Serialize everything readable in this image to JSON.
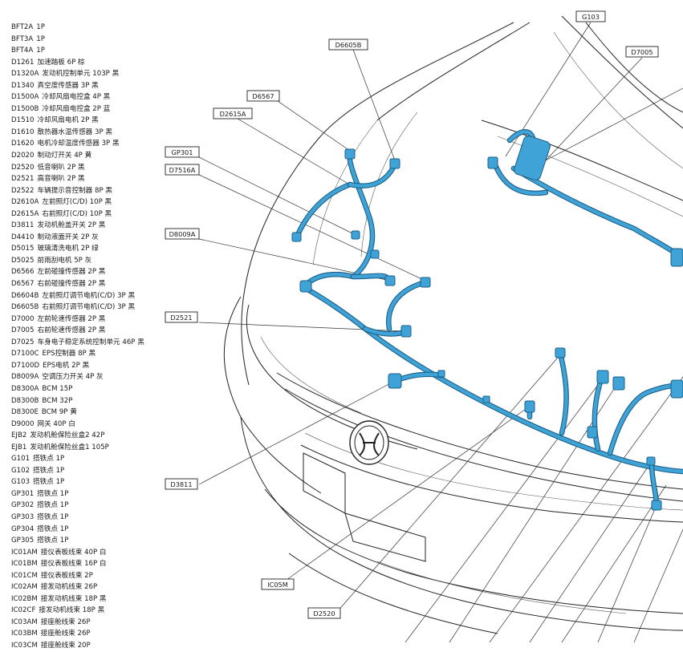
{
  "legend": [
    {
      "code": "BFT2A",
      "desc": "1P"
    },
    {
      "code": "BFT3A",
      "desc": "1P"
    },
    {
      "code": "BFT4A",
      "desc": "1P"
    },
    {
      "code": "D1261",
      "desc": "加速踏板 6P 棕"
    },
    {
      "code": "D1320A",
      "desc": "发动机控制单元 103P 黑"
    },
    {
      "code": "D1340",
      "desc": "真空度传感器 3P 黑"
    },
    {
      "code": "D1500A",
      "desc": "冷却风扇电控盒 4P 黑"
    },
    {
      "code": "D1500B",
      "desc": "冷却风扇电控盒 2P 蓝"
    },
    {
      "code": "D1510",
      "desc": "冷却风扇电机 2P 黑"
    },
    {
      "code": "D1610",
      "desc": "散热器水温传感器 3P 黑"
    },
    {
      "code": "D1620",
      "desc": "电机冷却温度传感器 3P 黑"
    },
    {
      "code": "D2020",
      "desc": "制动灯开关 4P 黄"
    },
    {
      "code": "D2520",
      "desc": "低音喇叭 2P 黑"
    },
    {
      "code": "D2521",
      "desc": "高音喇叭 2P 黑"
    },
    {
      "code": "D2522",
      "desc": "车辆提示音控制器 8P 黑"
    },
    {
      "code": "D2610A",
      "desc": "左前照灯(C/D) 10P 黑"
    },
    {
      "code": "D2615A",
      "desc": "右前照灯(C/D) 10P 黑"
    },
    {
      "code": "D3811",
      "desc": "发动机舱盖开关 2P 黑"
    },
    {
      "code": "D4410",
      "desc": "制动液面开关 2P 灰"
    },
    {
      "code": "D5015",
      "desc": "玻璃清洗电机 2P 绿"
    },
    {
      "code": "D5025",
      "desc": "前雨刮电机 5P 灰"
    },
    {
      "code": "D6566",
      "desc": "左前碰撞传感器 2P 黑"
    },
    {
      "code": "D6567",
      "desc": "右前碰撞传感器 2P 黑"
    },
    {
      "code": "D6604B",
      "desc": "左前照灯调节电机(C/D) 3P 黑"
    },
    {
      "code": "D6605B",
      "desc": "右前照灯调节电机(C/D) 3P 黑"
    },
    {
      "code": "D7000",
      "desc": "左前轮速传感器 2P 黑"
    },
    {
      "code": "D7005",
      "desc": "右前轮速传感器 2P 黑"
    },
    {
      "code": "D7025",
      "desc": "车身电子稳定系统控制单元 46P 黑"
    },
    {
      "code": "D7100C",
      "desc": "EPS控制器 8P 黑"
    },
    {
      "code": "D7100D",
      "desc": "EPS电机 2P 黑"
    },
    {
      "code": "D8009A",
      "desc": "空调压力开关 4P 灰"
    },
    {
      "code": "D8300A",
      "desc": "BCM 15P"
    },
    {
      "code": "D8300B",
      "desc": "BCM 32P"
    },
    {
      "code": "D8300E",
      "desc": "BCM 9P 黄"
    },
    {
      "code": "D9000",
      "desc": "网关 40P 白"
    },
    {
      "code": "EJB2",
      "desc": "发动机舱保险丝盒2 42P"
    },
    {
      "code": "EJB1",
      "desc": "发动机舱保险丝盒1 105P"
    },
    {
      "code": "G101",
      "desc": "搭铁点 1P"
    },
    {
      "code": "G102",
      "desc": "搭铁点 1P"
    },
    {
      "code": "G103",
      "desc": "搭铁点 1P"
    },
    {
      "code": "GP301",
      "desc": "搭铁点 1P"
    },
    {
      "code": "GP302",
      "desc": "搭铁点 1P"
    },
    {
      "code": "GP303",
      "desc": "搭铁点 1P"
    },
    {
      "code": "GP304",
      "desc": "搭铁点 1P"
    },
    {
      "code": "GP305",
      "desc": "搭铁点 1P"
    },
    {
      "code": "IC01AM",
      "desc": "接仪表板线束 40P 白"
    },
    {
      "code": "IC01BM",
      "desc": "接仪表板线束 16P 白"
    },
    {
      "code": "IC01CM",
      "desc": "接仪表板线束 2P"
    },
    {
      "code": "IC02AM",
      "desc": "接发动机线束 26P"
    },
    {
      "code": "IC02BM",
      "desc": "接发动机线束 18P 黑"
    },
    {
      "code": "IC02CF",
      "desc": "接发动机线束 18P 黑"
    },
    {
      "code": "IC03AM",
      "desc": "接座舱线束 26P"
    },
    {
      "code": "IC03BM",
      "desc": "接座舱线束 26P"
    },
    {
      "code": "IC03CM",
      "desc": "接座舱线束 20P"
    }
  ],
  "callouts": {
    "G103": "G103",
    "D7005": "D7005",
    "D6605B": "D6605B",
    "D6567": "D6567",
    "D2615A": "D2615A",
    "GP301": "GP301",
    "D7516A": "D7516A",
    "D8009A": "D8009A",
    "D2521": "D2521",
    "D3811": "D3811",
    "IC05M": "IC05M",
    "D2520": "D2520"
  },
  "colors": {
    "harness_fill": "#3fa3d7",
    "harness_outline": "#1b5f86",
    "line_art": "#222222"
  }
}
